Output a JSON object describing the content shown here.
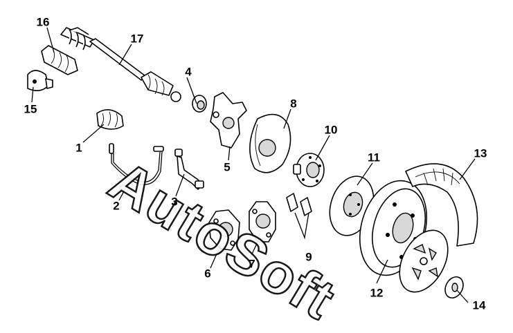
{
  "diagram": {
    "watermark": "AutoSoft",
    "callouts": [
      "1",
      "2",
      "3",
      "4",
      "5",
      "6",
      "7",
      "8",
      "9",
      "10",
      "11",
      "12",
      "13",
      "14",
      "15",
      "16",
      "17"
    ]
  }
}
